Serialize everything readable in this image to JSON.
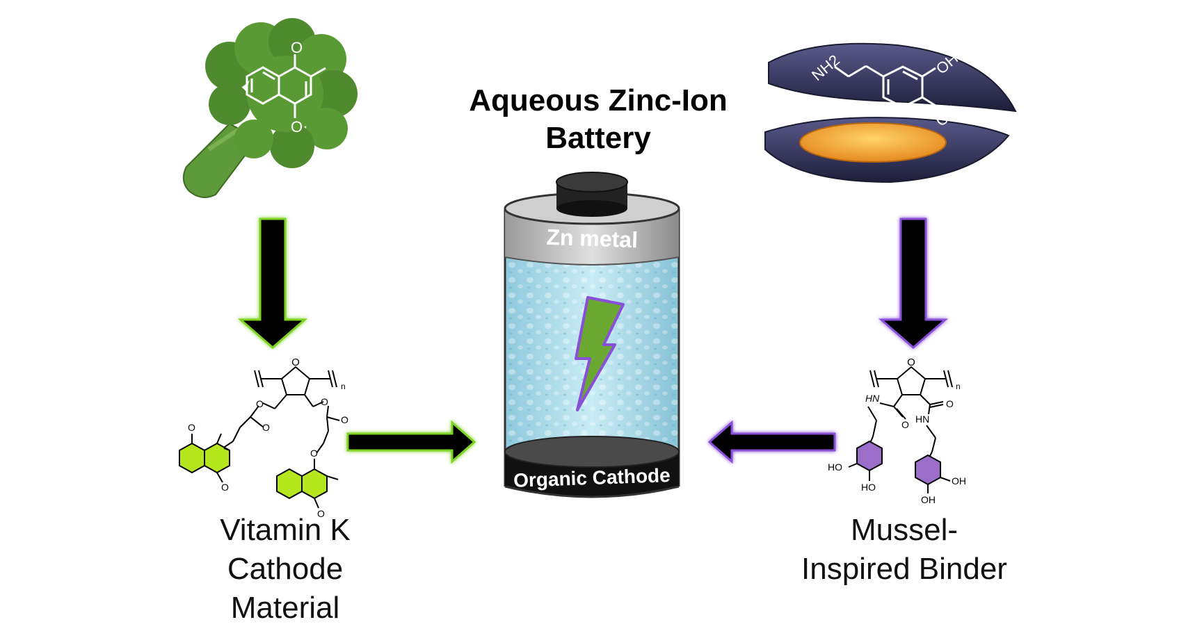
{
  "title": {
    "line1": "Aqueous Zinc-Ion",
    "line2": "Battery"
  },
  "battery": {
    "anode_label": "Zn metal",
    "cathode_label": "Organic Cathode"
  },
  "left": {
    "caption_line1": "Vitamin K",
    "caption_line2": "Cathode",
    "caption_line3": "Material",
    "polymer_subscript": "n"
  },
  "right": {
    "caption_line1": "Mussel-",
    "caption_line2": "Inspired Binder",
    "dopamine_labels": {
      "amine": "NH2",
      "oh_top": "OH",
      "oh_bottom": "OH"
    },
    "binder_labels": {
      "hn": "HN",
      "nh": "HN",
      "o_left": "O",
      "o_right": "O",
      "ring_o": "O",
      "ho_left": "HO",
      "ho_left2": "HO",
      "oh_right": "OH",
      "oh_right2": "OH",
      "subscript": "n"
    }
  },
  "colors": {
    "green_accent": "#7ed321",
    "purple_accent": "#8a4fd8",
    "vitamin_ring": "#b5e61d",
    "catechol_ring": "#9b6fc9",
    "electrolyte": "#a9d8e8",
    "bolt_fill": "#6aa832"
  },
  "icons": [
    "broccoli-icon",
    "mussel-icon",
    "lightning-bolt-icon",
    "battery-icon"
  ]
}
